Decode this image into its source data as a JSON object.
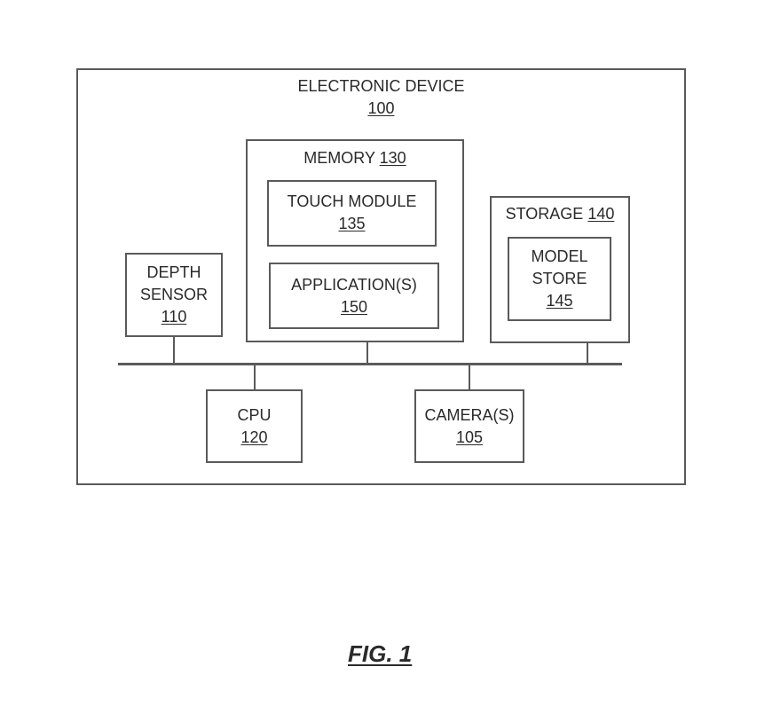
{
  "device": {
    "title": "ELECTRONIC DEVICE",
    "ref": "100"
  },
  "memory": {
    "title": "MEMORY",
    "ref": "130"
  },
  "touch_module": {
    "title": "TOUCH MODULE",
    "ref": "135"
  },
  "application": {
    "title": "APPLICATION(S)",
    "ref": "150"
  },
  "storage": {
    "title": "STORAGE",
    "ref": "140"
  },
  "model_store": {
    "line1": "MODEL",
    "line2": "STORE",
    "ref": "145"
  },
  "depth_sensor": {
    "line1": "DEPTH",
    "line2": "SENSOR",
    "ref": "110"
  },
  "cpu": {
    "title": "CPU",
    "ref": "120"
  },
  "camera": {
    "title": "CAMERA(S)",
    "ref": "105"
  },
  "figure_label": "FIG. 1"
}
